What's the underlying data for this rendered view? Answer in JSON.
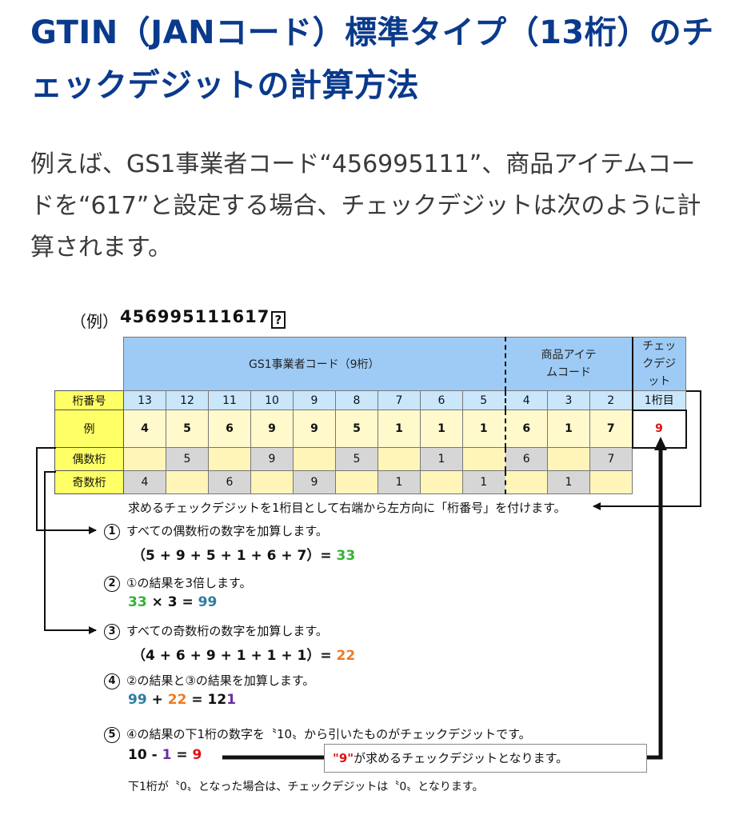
{
  "title": "GTIN（JANコード）標準タイプ（13桁）のチェックデジットの計算方法",
  "description": "例えば、GS1事業者コード“456995111”、商品アイテムコードを“617”と設定する場合、チェックデジットは次のように計算されます。",
  "figure": {
    "example_label": "（例）",
    "example_code": "456995111617",
    "check_placeholder": "?",
    "headers": {
      "gs1": "GS1事業者コード（9桁）",
      "item": "商品アイテムコード",
      "check": "チェックデジット"
    },
    "row_labels": {
      "position": "桁番号",
      "example": "例",
      "even": "偶数桁",
      "odd": "奇数桁"
    },
    "positions": [
      "13",
      "12",
      "11",
      "10",
      "9",
      "8",
      "7",
      "6",
      "5",
      "4",
      "3",
      "2",
      "1桁目"
    ],
    "digits": [
      "4",
      "5",
      "6",
      "9",
      "9",
      "5",
      "1",
      "1",
      "1",
      "6",
      "1",
      "7"
    ],
    "check_digit": "9",
    "even_row": [
      "",
      "5",
      "",
      "9",
      "",
      "5",
      "",
      "1",
      "",
      "6",
      "",
      "7"
    ],
    "odd_row": [
      "4",
      "",
      "6",
      "",
      "9",
      "",
      "1",
      "",
      "1",
      "",
      "1",
      ""
    ],
    "note_top": "求めるチェックデジットを1桁目として右端から左方向に「桁番号」を付けます。",
    "steps": [
      {
        "num": "1",
        "text": "すべての偶数桁の数字を加算します。",
        "formula": "（5 + 9 + 5 + 1 + 6 + 7）=",
        "result": "33"
      },
      {
        "num": "2",
        "text": "①の結果を3倍します。",
        "formula_a": "33",
        "formula_b": " × 3 = ",
        "result": "99"
      },
      {
        "num": "3",
        "text": "すべての奇数桁の数字を加算します。",
        "formula": "（4 + 6 + 9 + 1 + 1 + 1）=",
        "result": "22"
      },
      {
        "num": "4",
        "text": "②の結果と③の結果を加算します。",
        "formula_a": "99",
        "formula_op": " + ",
        "formula_b": "22",
        "formula_c": " = 12",
        "formula_d": "1"
      },
      {
        "num": "5",
        "text": "④の結果の下1桁の数字を〝10〟から引いたものがチェックデジットです。",
        "formula_a": "10 - ",
        "formula_b": "1",
        "formula_c": " = ",
        "result": "9"
      }
    ],
    "callout_quote": "\"9\"",
    "callout_text": "が求めるチェックデジットとなります。",
    "note_bottom": "下1桁が〝0〟となった場合は、チェックデジットは〝0〟となります。"
  }
}
